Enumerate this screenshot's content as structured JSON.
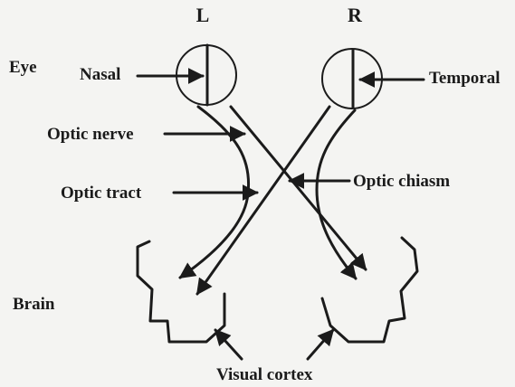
{
  "labels": {
    "left_eye": "L",
    "right_eye": "R",
    "eye": "Eye",
    "nasal": "Nasal",
    "temporal": "Temporal",
    "optic_nerve": "Optic nerve",
    "optic_tract": "Optic tract",
    "optic_chiasm": "Optic chiasm",
    "brain": "Brain",
    "visual_cortex": "Visual cortex"
  },
  "colors": {
    "background": "#f4f4f2",
    "ink": "#1b1b1b"
  }
}
